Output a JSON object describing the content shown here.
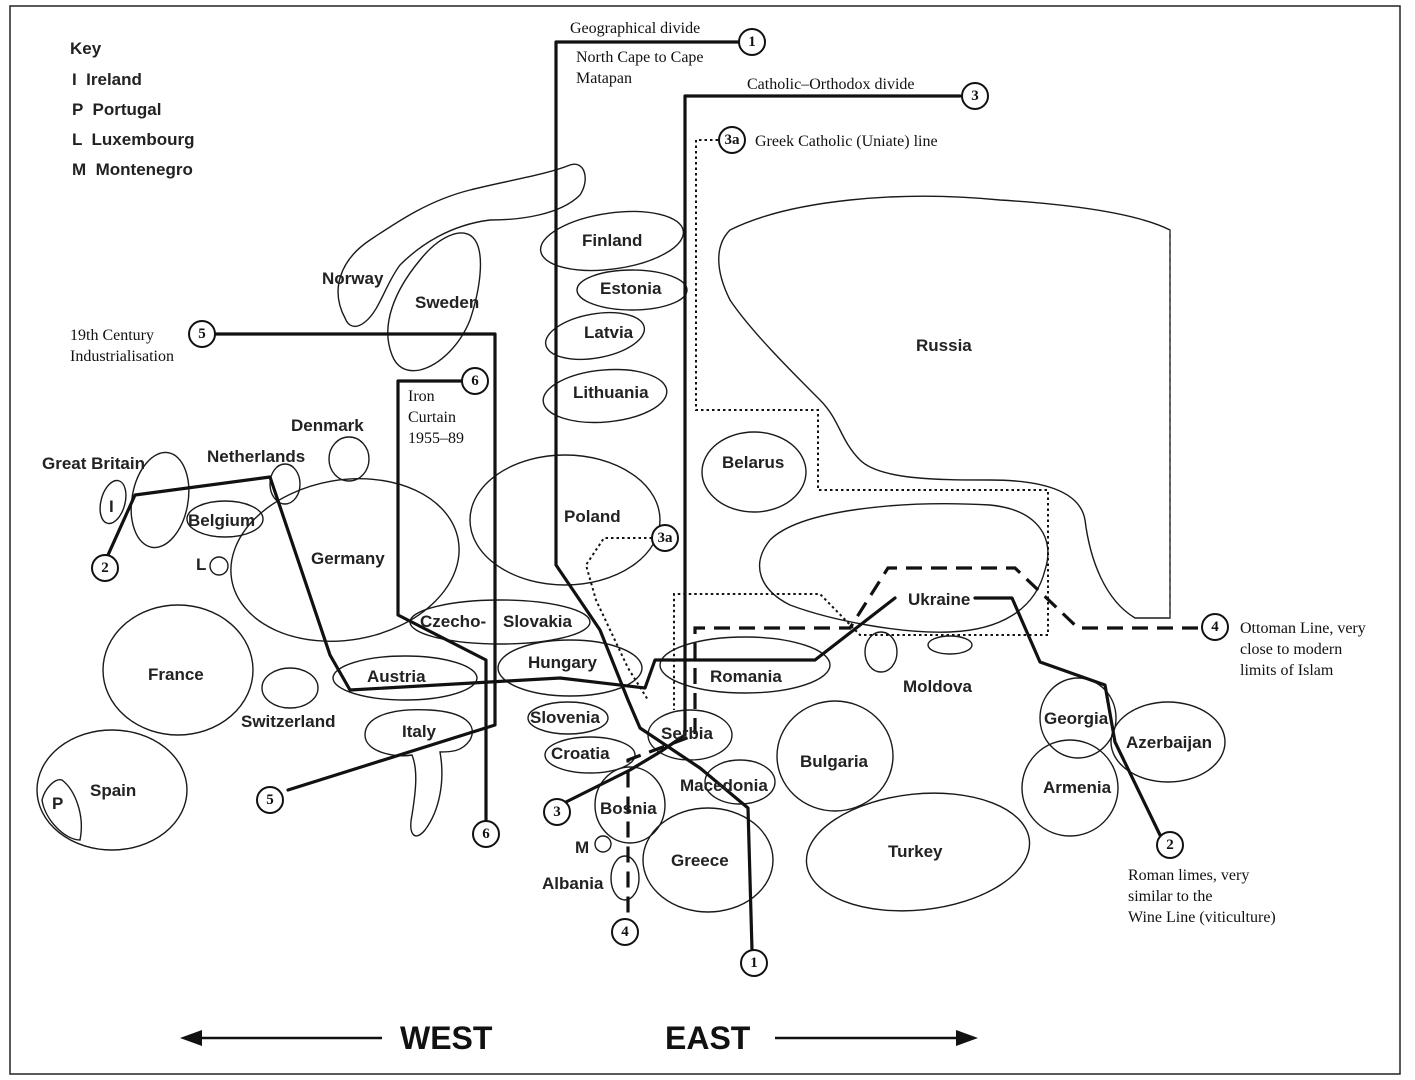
{
  "key": {
    "title": "Key",
    "items": [
      "I  Ireland",
      "P  Portugal",
      "L  Luxembourg",
      "M  Montenegro"
    ]
  },
  "countries": {
    "norway": "Norway",
    "sweden": "Sweden",
    "finland": "Finland",
    "estonia": "Estonia",
    "latvia": "Latvia",
    "lithuania": "Lithuania",
    "russia": "Russia",
    "belarus": "Belarus",
    "denmark": "Denmark",
    "great_britain": "Great Britain",
    "ireland": "I",
    "netherlands": "Netherlands",
    "belgium": "Belgium",
    "luxembourg": "L",
    "germany": "Germany",
    "poland": "Poland",
    "czecho": "Czecho-",
    "slovakia": "Slovakia",
    "ukraine": "Ukraine",
    "france": "France",
    "austria": "Austria",
    "hungary": "Hungary",
    "romania": "Romania",
    "moldova": "Moldova",
    "switzerland": "Switzerland",
    "italy": "Italy",
    "slovenia": "Slovenia",
    "croatia": "Croatia",
    "serbia": "Serbia",
    "bosnia": "Bosnia",
    "montenegro": "M",
    "albania": "Albania",
    "macedonia": "Macedonia",
    "greece": "Greece",
    "bulgaria": "Bulgaria",
    "turkey": "Turkey",
    "georgia": "Georgia",
    "azerbaijan": "Azerbaijan",
    "armenia": "Armenia",
    "spain": "Spain",
    "portugal": "P"
  },
  "divides": {
    "d1": {
      "marker": "1",
      "label_line1": "Geographical divide",
      "label_line2": "North Cape to Cape",
      "label_line3": "Matapan"
    },
    "d2": {
      "marker": "2",
      "label_line1": "Roman limes, very",
      "label_line2": "similar to the",
      "label_line3": "Wine Line (viticulture)"
    },
    "d3": {
      "marker": "3",
      "label": "Catholic–Orthodox divide"
    },
    "d3a": {
      "marker": "3a",
      "label": "Greek Catholic (Uniate) line"
    },
    "d4": {
      "marker": "4",
      "label_line1": "Ottoman Line, very",
      "label_line2": "close to modern",
      "label_line3": "limits of Islam"
    },
    "d5": {
      "marker": "5",
      "label_line1": "19th Century",
      "label_line2": "Industrialisation"
    },
    "d6": {
      "marker": "6",
      "label_line1": "Iron",
      "label_line2": "Curtain",
      "label_line3": "1955–89"
    }
  },
  "directions": {
    "west": "WEST",
    "east": "EAST"
  }
}
